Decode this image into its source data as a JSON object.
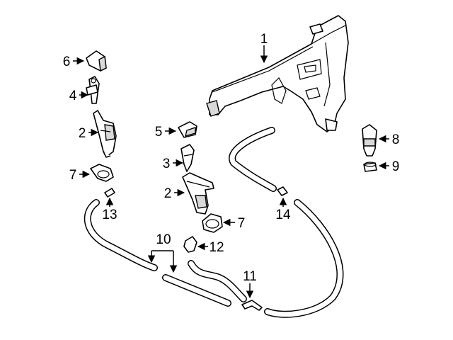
{
  "callouts": {
    "c1": "1",
    "c2a": "2",
    "c2b": "2",
    "c3": "3",
    "c4": "4",
    "c5": "5",
    "c6": "6",
    "c7a": "7",
    "c7b": "7",
    "c8": "8",
    "c9": "9",
    "c10": "10",
    "c11": "11",
    "c12": "12",
    "c13": "13",
    "c14": "14"
  }
}
